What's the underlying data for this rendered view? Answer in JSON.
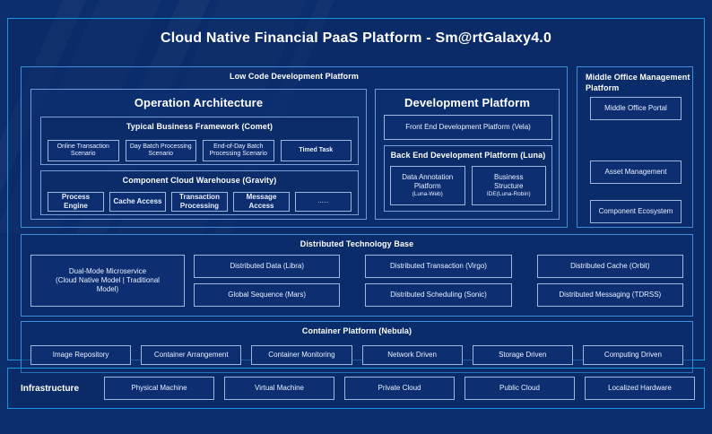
{
  "title": "Cloud Native Financial PaaS Platform - Sm@rtGalaxy4.0",
  "colors": {
    "frame_border": "#1b94e0",
    "panel_border": "#3f8ddb",
    "box_border": "#9fb6dd",
    "background": "#0b2d6b",
    "text": "#e8eefc"
  },
  "low_code": {
    "title": "Low Code Development Platform",
    "operation_architecture": {
      "title": "Operation Architecture",
      "typical_business_framework": {
        "title": "Typical Business Framework (Comet)",
        "items": [
          "Online Transaction Scenario",
          "Day Batch Processing Scenario",
          "End-of-Day Batch Processing Scenario",
          "Timed Task"
        ]
      },
      "component_cloud_warehouse": {
        "title": "Component Cloud Warehouse (Gravity)",
        "items": [
          "Process Engine",
          "Cache Access",
          "Transaction Processing",
          "Message Access",
          "......"
        ]
      }
    },
    "development_platform": {
      "title": "Development Platform",
      "front_end": "Front End Development Platform (Vela)",
      "back_end": {
        "title": "Back End Development Platform (Luna)",
        "items": [
          {
            "line1": "Data Annotation",
            "line2": "Platform",
            "line3": "(Luna-Web)"
          },
          {
            "line1": "Business",
            "line2": "Structure",
            "line3": "IDE(Luna-Robin)"
          }
        ]
      }
    }
  },
  "middle_office": {
    "title": "Middle Office Management Platform",
    "items": [
      "Asset Management",
      "Component Ecosystem",
      "Middle Office Portal"
    ]
  },
  "distributed_technology_base": {
    "title": "Distributed Technology Base",
    "dual_mode": {
      "line1": "Dual-Mode Microservice",
      "line2": "(Cloud Native Model | Traditional",
      "line3": "Model)"
    },
    "items": [
      "Distributed Data (Libra)",
      "Distributed Transaction (Virgo)",
      "Distributed Cache (Orbit)",
      "Global Sequence (Mars)",
      "Distributed Scheduling (Sonic)",
      "Distributed Messaging (TDRSS)"
    ]
  },
  "container_platform": {
    "title": "Container Platform (Nebula)",
    "items": [
      "Image Repository",
      "Container Arrangement",
      "Container Monitoring",
      "Network Driven",
      "Storage Driven",
      "Computing Driven"
    ]
  },
  "infrastructure": {
    "label": "Infrastructure",
    "items": [
      "Physical Machine",
      "Virtual Machine",
      "Private Cloud",
      "Public Cloud",
      "Localized Hardware"
    ]
  }
}
